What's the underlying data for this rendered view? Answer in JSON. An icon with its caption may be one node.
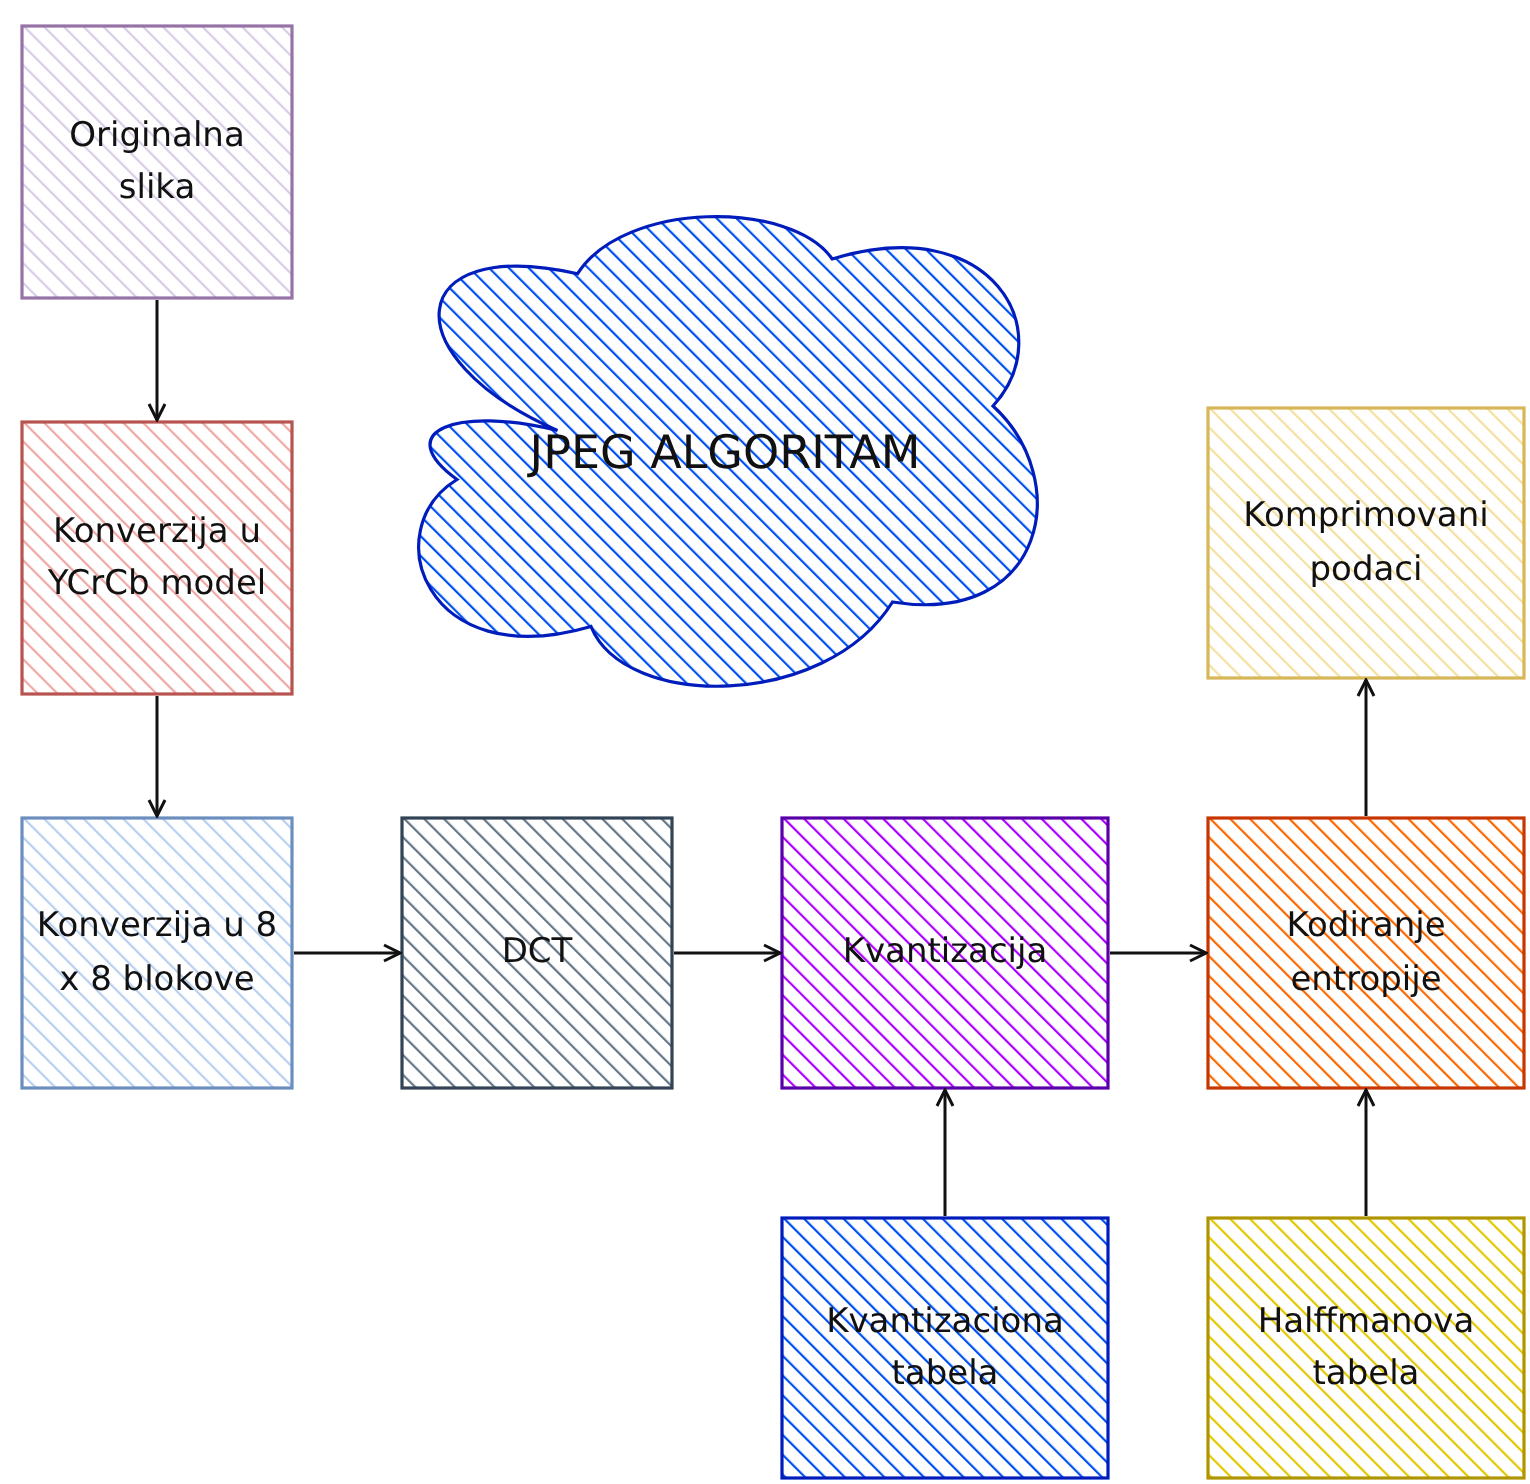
{
  "diagram": {
    "nodes": [
      {
        "text": [
          "Originalna slika"
        ]
      },
      {
        "text": [
          "Konverzija u YCrCb model"
        ]
      },
      {
        "text": [
          "Konverzija u 8 x 8 blokove"
        ]
      },
      {
        "text": [
          "DCT"
        ]
      },
      {
        "text": [
          "Kvantizacija"
        ]
      },
      {
        "text": [
          "Kodiranje entropije"
        ]
      },
      {
        "text": [
          "Komprimovani podaci"
        ]
      },
      {
        "text": [
          "Kvantizaciona tabela"
        ]
      },
      {
        "text": [
          "Halffmanova tabela"
        ]
      },
      {
        "text": [
          "JPEG ALGORITAM"
        ]
      }
    ],
    "edges": [
      {
        "from": 0,
        "to": 1,
        "arrow": "to"
      },
      {
        "from": 1,
        "to": 2,
        "arrow": "to"
      },
      {
        "from": 2,
        "to": 3,
        "arrow": "to"
      },
      {
        "from": 3,
        "to": 4,
        "arrow": "to"
      },
      {
        "from": 4,
        "to": 5,
        "arrow": "to"
      },
      {
        "from": 7,
        "to": 4,
        "arrow": "to"
      },
      {
        "from": 8,
        "to": 5,
        "arrow": "to"
      },
      {
        "from": 5,
        "to": 6,
        "arrow": "to"
      }
    ]
  }
}
